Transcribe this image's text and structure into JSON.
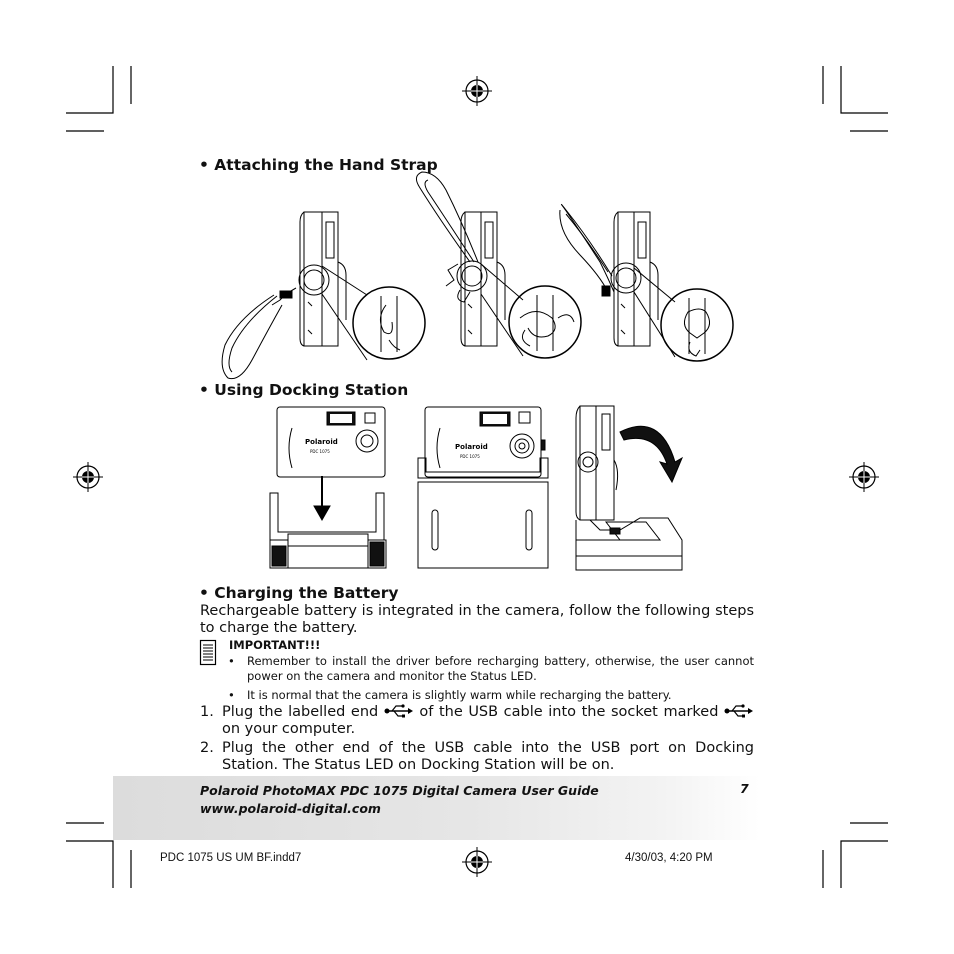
{
  "sections": {
    "hand_strap": {
      "heading": "• Attaching the Hand Strap"
    },
    "docking": {
      "heading": "• Using Docking Station"
    },
    "charging": {
      "heading": "• Charging the Battery",
      "intro": "Rechargeable battery is integrated in the camera, follow the following steps to charge the battery.",
      "important_label": "IMPORTANT!!!",
      "bullet_marker": "•",
      "bullets": [
        "Remember to install the driver before recharging battery, otherwise, the user cannot power on the camera and monitor the Status LED.",
        "It is normal that the camera is slightly warm while recharging the battery."
      ],
      "steps": [
        {
          "num": "1.",
          "part1": "Plug the labelled end",
          "part2": "of the USB cable into the socket marked",
          "part3": "on your computer."
        },
        {
          "num": "2.",
          "text": "Plug the other end of the USB cable into the USB port on Docking Station. The Status LED on Docking Station will be on."
        }
      ]
    }
  },
  "camera_label": {
    "brand": "Polaroid",
    "model": "PDC 1075"
  },
  "footer": {
    "title": "Polaroid PhotoMAX PDC 1075 Digital Camera User Guide",
    "url": "www.polaroid-digital.com",
    "page_number": "7"
  },
  "slug": {
    "file": "PDC 1075 US UM BF.indd7",
    "date": "4/30/03, 4:20 PM"
  },
  "icons": [
    "registration-mark-icon",
    "crop-mark-icon",
    "note-icon",
    "usb-symbol-icon",
    "camera-illustration",
    "docking-station-illustration",
    "down-arrow-icon",
    "curved-arrow-icon",
    "hand-strap-illustration"
  ]
}
